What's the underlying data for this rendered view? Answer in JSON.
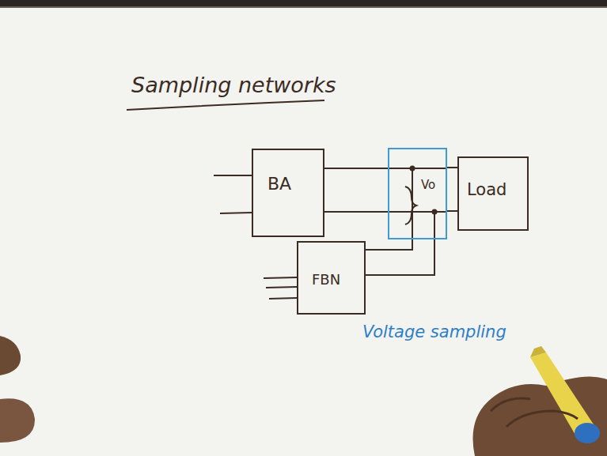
{
  "diagram": {
    "title": "Sampling networks",
    "nodes": [
      {
        "text": [
          "BA"
        ]
      },
      {
        "text": [
          "Vo"
        ]
      },
      {
        "text": [
          "Load"
        ]
      },
      {
        "text": [
          "FBN"
        ]
      }
    ],
    "edges": [
      {
        "from": 0,
        "to": 1,
        "arrow": "none"
      },
      {
        "from": 0,
        "to": 1,
        "arrow": "none"
      },
      {
        "from": 1,
        "to": 2,
        "arrow": "none"
      },
      {
        "from": 1,
        "to": 2,
        "arrow": "none"
      },
      {
        "from": 1,
        "to": 3,
        "arrow": "none"
      },
      {
        "from": 1,
        "to": 3,
        "arrow": "none"
      }
    ],
    "labels": [
      "Voltage sampling"
    ]
  }
}
